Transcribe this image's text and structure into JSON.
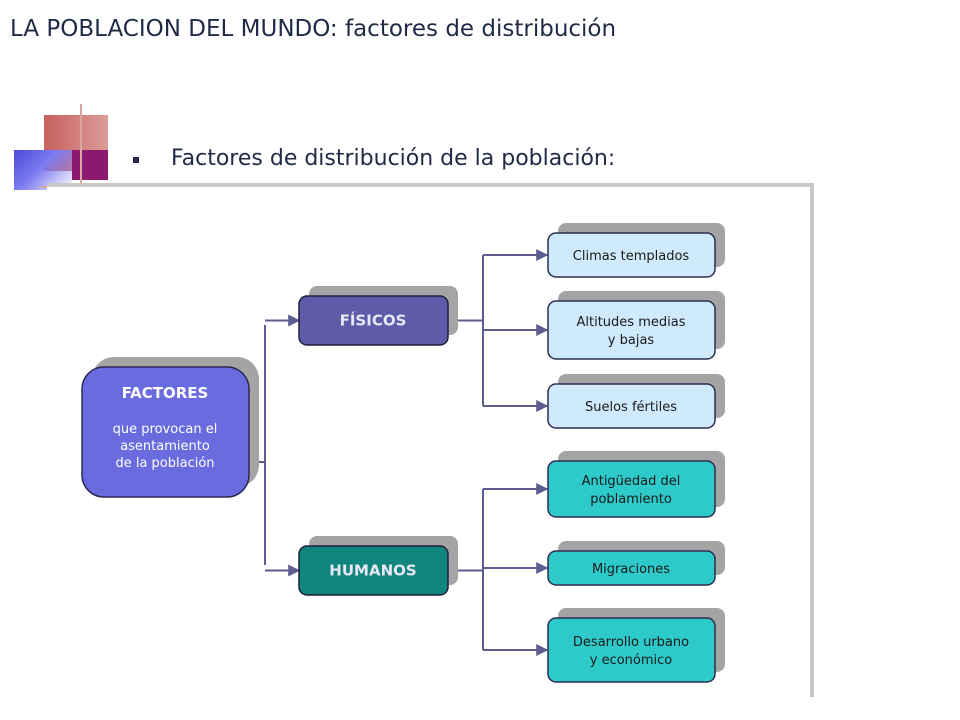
{
  "slide": {
    "title": "LA POBLACION DEL MUNDO: factores de distribución",
    "bullet": "Factores de distribución de la población:"
  },
  "diagram": {
    "root": {
      "heading": "FACTORES",
      "lines": [
        "que provocan el",
        "asentamiento",
        "de la población"
      ]
    },
    "branches": [
      {
        "label": "FÍSICOS",
        "leaves": [
          [
            "Climas templados"
          ],
          [
            "Altitudes medias",
            "y bajas"
          ],
          [
            "Suelos fértiles"
          ]
        ]
      },
      {
        "label": "HUMANOS",
        "leaves": [
          [
            "Antigüedad del",
            "poblamiento"
          ],
          [
            "Migraciones"
          ],
          [
            "Desarrollo urbano",
            "y económico"
          ]
        ]
      }
    ]
  },
  "colors": {
    "root_fill": "#6b6be0",
    "fisicos_fill": "#5c5ca8",
    "humanos_fill": "#10857e",
    "fisicos_leaf_fill": "#cfe9fd",
    "humanos_leaf_fill": "#2ecaca",
    "connector": "#5d5d92",
    "shadow": "#a4a4a4",
    "title_text": "#1f2a44"
  }
}
